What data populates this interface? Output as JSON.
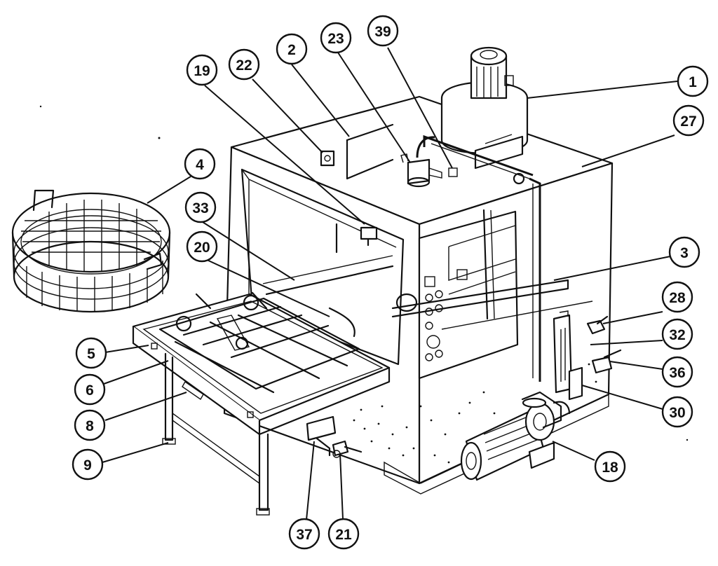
{
  "diagram": {
    "callouts": [
      {
        "id": "1",
        "label": "1"
      },
      {
        "id": "2",
        "label": "2"
      },
      {
        "id": "3",
        "label": "3"
      },
      {
        "id": "4",
        "label": "4"
      },
      {
        "id": "5",
        "label": "5"
      },
      {
        "id": "6",
        "label": "6"
      },
      {
        "id": "8",
        "label": "8"
      },
      {
        "id": "9",
        "label": "9"
      },
      {
        "id": "18",
        "label": "18"
      },
      {
        "id": "19",
        "label": "19"
      },
      {
        "id": "20",
        "label": "20"
      },
      {
        "id": "21",
        "label": "21"
      },
      {
        "id": "22",
        "label": "22"
      },
      {
        "id": "23",
        "label": "23"
      },
      {
        "id": "27",
        "label": "27"
      },
      {
        "id": "28",
        "label": "28"
      },
      {
        "id": "30",
        "label": "30"
      },
      {
        "id": "32",
        "label": "32"
      },
      {
        "id": "33",
        "label": "33"
      },
      {
        "id": "36",
        "label": "36"
      },
      {
        "id": "37",
        "label": "37"
      },
      {
        "id": "39",
        "label": "39"
      }
    ]
  }
}
